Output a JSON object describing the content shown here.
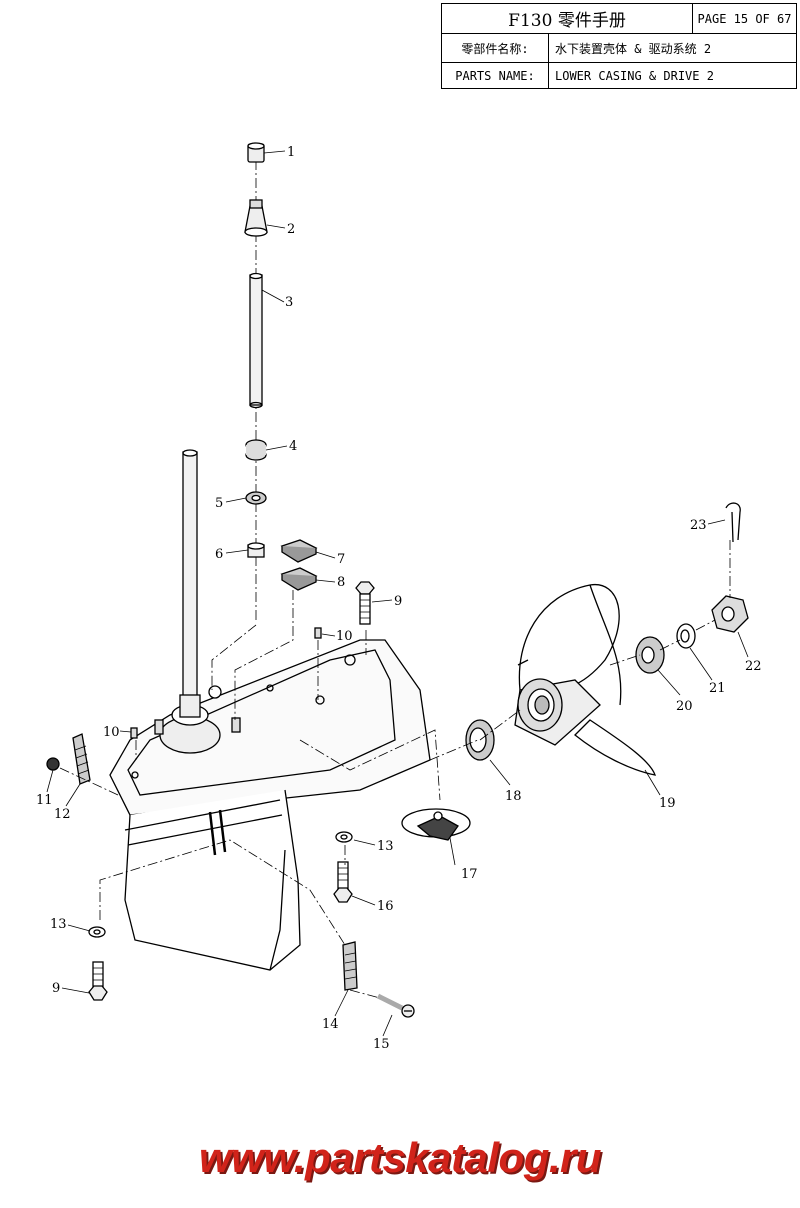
{
  "title_block": {
    "title": "F130 零件手册",
    "page": "PAGE 15 OF 67",
    "row2_label": "零部件名称:",
    "row2_value": "水下装置壳体 & 驱动系统 2",
    "row3_label": "PARTS NAME:",
    "row3_value": "LOWER CASING & DRIVE 2"
  },
  "callouts": {
    "c1": "1",
    "c2": "2",
    "c3": "3",
    "c4": "4",
    "c5": "5",
    "c6": "6",
    "c7": "7",
    "c8": "8",
    "c9a": "9",
    "c9b": "9",
    "c10a": "10",
    "c10b": "10",
    "c11": "11",
    "c12": "12",
    "c13a": "13",
    "c13b": "13",
    "c14": "14",
    "c15": "15",
    "c16": "16",
    "c17": "17",
    "c18": "18",
    "c19": "19",
    "c20": "20",
    "c21": "21",
    "c22": "22",
    "c23": "23"
  },
  "watermark": "www.partskatalog.ru"
}
